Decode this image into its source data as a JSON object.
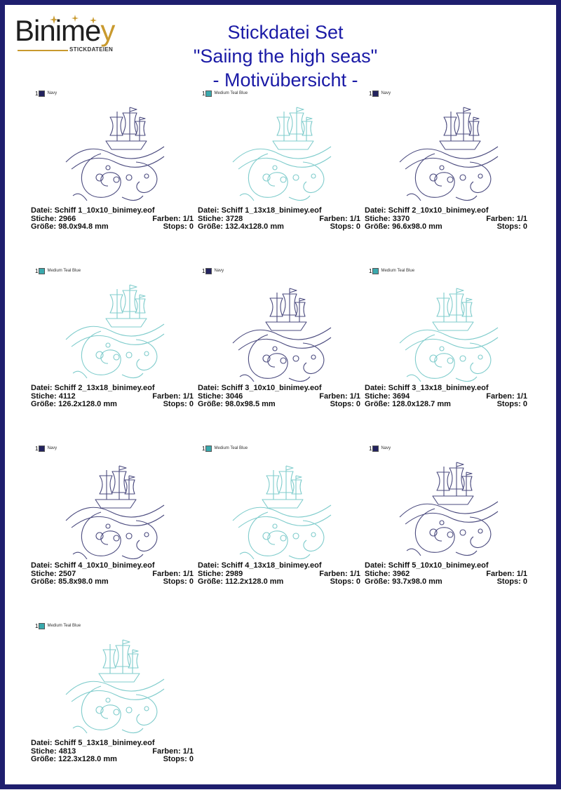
{
  "brand": {
    "name_main": "Binime",
    "name_accent": "y",
    "tagline": "STICKDATEIEN",
    "colors": {
      "gold": "#c99a2e",
      "frame": "#1e1e6e",
      "title": "#1a1aa6"
    }
  },
  "title": {
    "line1": "Stickdatei Set",
    "line2": "\"Saiing the high seas\"",
    "line3": "- Motivübersicht -"
  },
  "labels": {
    "file": "Datei:",
    "stitches": "Stiche:",
    "colors": "Farben:",
    "size": "Größe:",
    "stops": "Stops:"
  },
  "designs": [
    {
      "color_index": "1",
      "color_name": "Navy",
      "swatch": "#23235f",
      "file": "Schiff 1_10x10_binimey.eof",
      "stitches": "2966",
      "colors": "1/1",
      "size": "98.0x94.8 mm",
      "stops": "0"
    },
    {
      "color_index": "1",
      "color_name": "Medium Teal Blue",
      "swatch": "#3aa9ad",
      "file": "Schiff 1_13x18_binimey.eof",
      "stitches": "3728",
      "colors": "1/1",
      "size": "132.4x128.0 mm",
      "stops": "0"
    },
    {
      "color_index": "1",
      "color_name": "Navy",
      "swatch": "#23235f",
      "file": "Schiff 2_10x10_binimey.eof",
      "stitches": "3370",
      "colors": "1/1",
      "size": "96.6x98.0 mm",
      "stops": "0"
    },
    {
      "color_index": "1",
      "color_name": "Medium Teal Blue",
      "swatch": "#3aa9ad",
      "file": "Schiff 2_13x18_binimey.eof",
      "stitches": "4112",
      "colors": "1/1",
      "size": "126.2x128.0 mm",
      "stops": "0"
    },
    {
      "color_index": "1",
      "color_name": "Navy",
      "swatch": "#23235f",
      "file": "Schiff 3_10x10_binimey.eof",
      "stitches": "3046",
      "colors": "1/1",
      "size": "98.0x98.5 mm",
      "stops": "0"
    },
    {
      "color_index": "1",
      "color_name": "Medium Teal Blue",
      "swatch": "#3aa9ad",
      "file": "Schiff 3_13x18_binimey.eof",
      "stitches": "3694",
      "colors": "1/1",
      "size": "128.0x128.7 mm",
      "stops": "0"
    },
    {
      "color_index": "1",
      "color_name": "Navy",
      "swatch": "#23235f",
      "file": "Schiff 4_10x10_binimey.eof",
      "stitches": "2507",
      "colors": "1/1",
      "size": "85.8x98.0 mm",
      "stops": "0"
    },
    {
      "color_index": "1",
      "color_name": "Medium Teal Blue",
      "swatch": "#3aa9ad",
      "file": "Schiff 4_13x18_binimey.eof",
      "stitches": "2989",
      "colors": "1/1",
      "size": "112.2x128.0 mm",
      "stops": "0"
    },
    {
      "color_index": "1",
      "color_name": "Navy",
      "swatch": "#23235f",
      "file": "Schiff 5_10x10_binimey.eof",
      "stitches": "3962",
      "colors": "1/1",
      "size": "93.7x98.0 mm",
      "stops": "0"
    },
    {
      "color_index": "1",
      "color_name": "Medium Teal Blue",
      "swatch": "#3aa9ad",
      "file": "Schiff 5_13x18_binimey.eof",
      "stitches": "4813",
      "colors": "1/1",
      "size": "122.3x128.0 mm",
      "stops": "0"
    }
  ],
  "thread_colors": {
    "navy": "#4a4a7e",
    "teal": "#7fcccc"
  }
}
